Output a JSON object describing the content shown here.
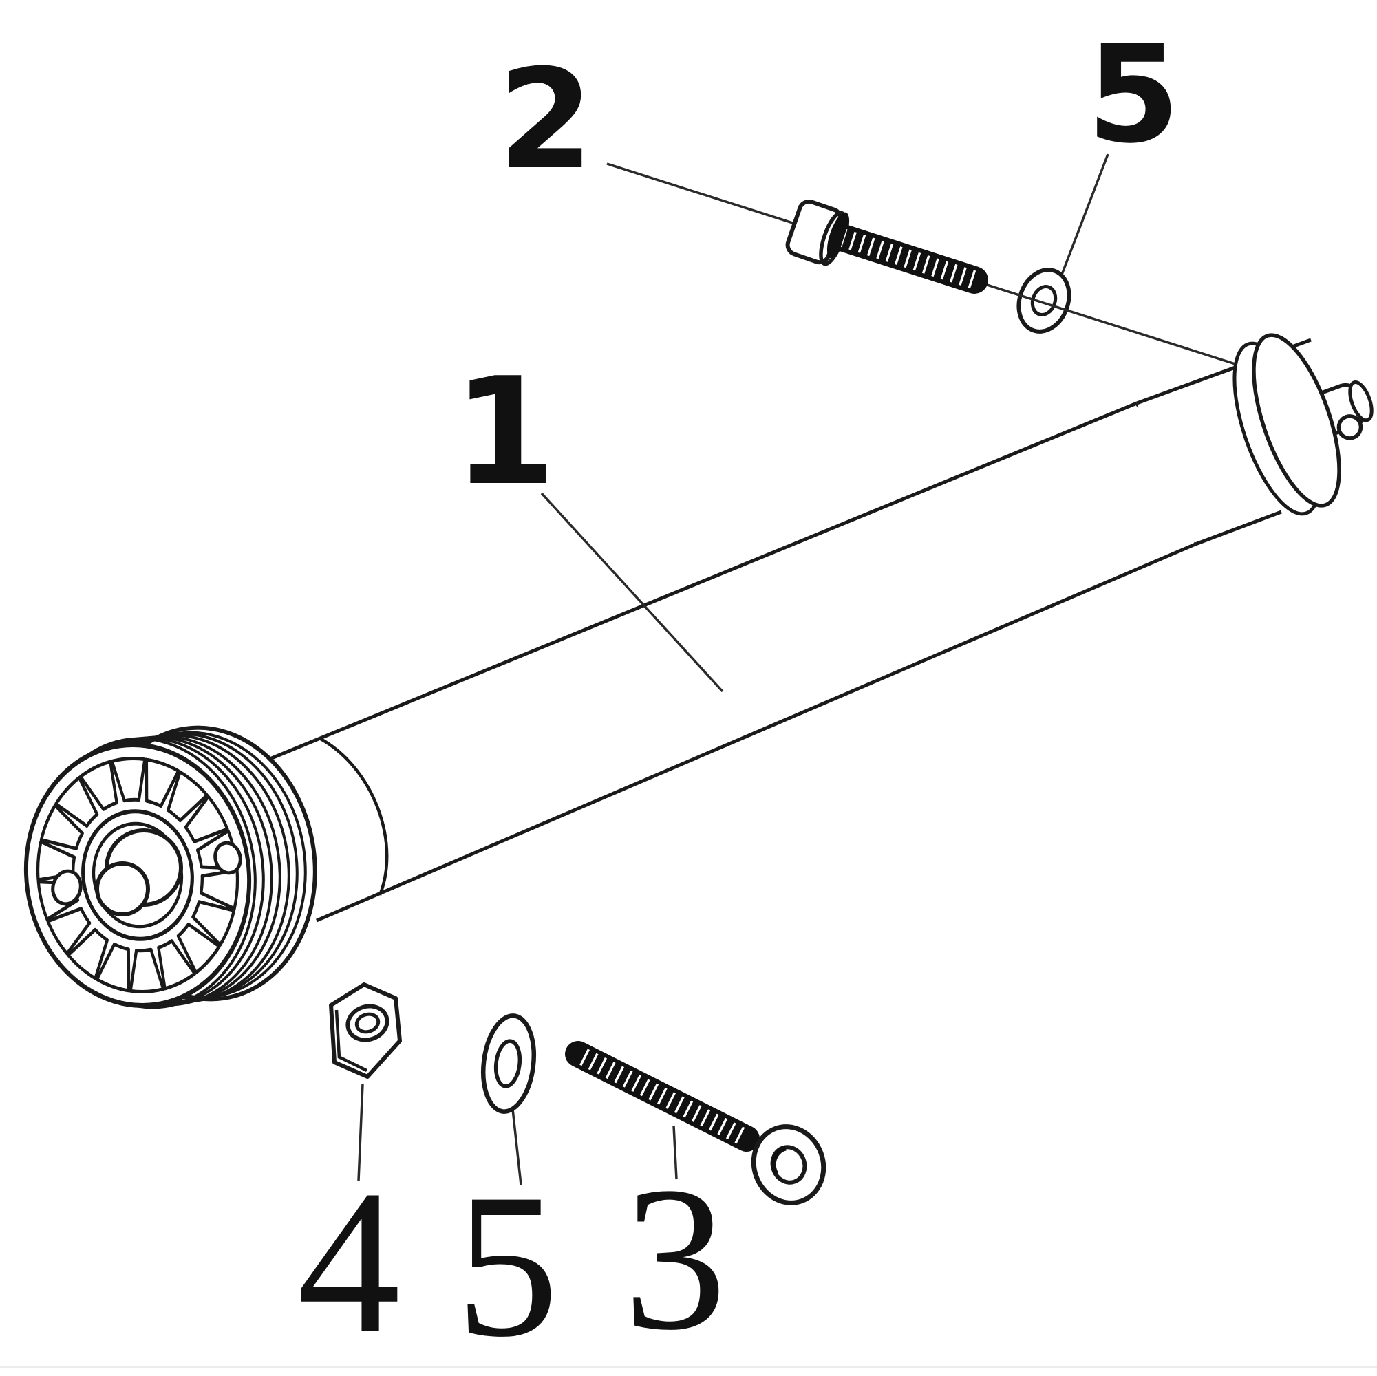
{
  "diagram": {
    "background_color": "#ffffff",
    "line_color": "#1a1a1a",
    "callouts": {
      "part1": {
        "label": "1"
      },
      "part2": {
        "label": "2"
      },
      "part3": {
        "label": "3"
      },
      "part4": {
        "label": "4"
      },
      "part5_top": {
        "label": "5"
      },
      "part5_bottom": {
        "label": "5"
      }
    }
  }
}
